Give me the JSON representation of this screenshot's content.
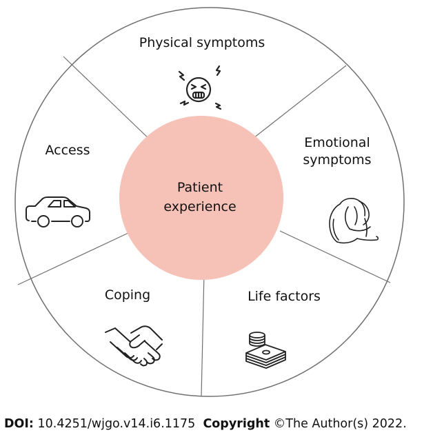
{
  "diagram": {
    "center": {
      "line1": "Patient",
      "line2": "experience",
      "fill": "#f6c1b7"
    },
    "segments": [
      {
        "label": "Physical symptoms",
        "icon": "stressed-face-icon"
      },
      {
        "label_line1": "Emotional",
        "label_line2": "symptoms",
        "icon": "sad-sitting-person-icon"
      },
      {
        "label": "Life factors",
        "icon": "money-stack-icon"
      },
      {
        "label": "Coping",
        "icon": "handshake-icon"
      },
      {
        "label": "Access",
        "icon": "car-icon"
      }
    ],
    "colors": {
      "outline": "#6f6f6f",
      "icon": "#222222",
      "center_fill": "#f6c1b7"
    }
  },
  "footer": {
    "doi_label": "DOI:",
    "doi_value": "10.4251/wjgo.v14.i6.1175",
    "copyright_label": "Copyright",
    "copyright_value": "©The Author(s) 2022."
  }
}
